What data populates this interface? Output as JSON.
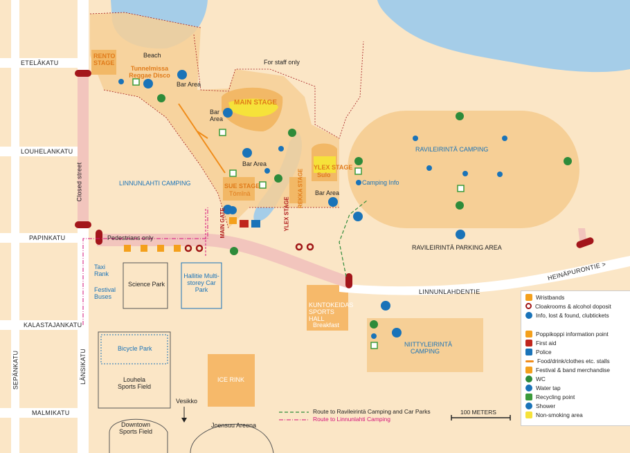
{
  "streets": {
    "etelakatu": "ETELÄKATU",
    "louhelankatu": "LOUHELANKATU",
    "papinkatu": "PAPINKATU",
    "kalastajankatu": "KALASTAJANKATU",
    "malmikatu": "MALMIKATU",
    "sepankatu": "SEPÄNKATU",
    "lansikatu": "LÄNSIKATU",
    "closed_street": "Closed street",
    "linnunlahdentie": "LINNUNLAHDENTIE",
    "heinapuurontie": "HEINÄPURONTIE >"
  },
  "places": {
    "beach": "Beach",
    "rento_stage": "RENTO STAGE",
    "tunnelmissa": "Tunnelmissa Reggae Disco",
    "bar_area_1": "Bar Area",
    "bar_area_2": "Bar Area",
    "bar_area_3": "Bar Area",
    "bar_area_4": "Bar Area",
    "for_staff": "For staff only",
    "main_stage": "MAIN STAGE",
    "linnunlahti_camping": "LINNUNLAHTI CAMPING",
    "sue_stage": "SUE STAGE",
    "tomina": "Tömînä",
    "ylex_stage_top": "YLEX STAGE",
    "sulo": "Sulo",
    "reeka_stage": "REKKA STAGE",
    "ylex_stage_vertical": "YLEX STAGE",
    "main_gate": "MAIN GATE",
    "camping_info": "Camping Info",
    "ravileirinta_camping": "RAVILEIRINTÄ CAMPING",
    "ravileirinta_parking": "RAVILEIRINTÄ PARKING AREA",
    "pedestrians_only": "Pedestrians only",
    "taxi_rank": "Taxi Rank",
    "festival_buses": "Festival Buses",
    "science_park": "Science Park",
    "hallitie": "Hallitie Multi-storey Car Park",
    "kuntokeidas": "KUNTOKEIDAS SPORTS HALL",
    "breakfast": "Breakfast",
    "niittyleirinta": "NIITTYLEIRINTÄ CAMPING",
    "bicycle_park": "Bicycle Park",
    "louhela": "Louhela Sports Field",
    "ice_rink": "ICE RINK",
    "vesikko": "Vesikko",
    "downtown": "Downtown Sports Field",
    "joensuu_areena": "Joensuu Areena"
  },
  "route_legend": {
    "green": "Route to Ravileirintä Camping and Car Parks",
    "pink": "Route to Linnunlahti Camping"
  },
  "scale": "100 METERS",
  "legend": [
    {
      "label": "Wristbands",
      "color": "#f4a01c",
      "icon": "square"
    },
    {
      "label": "Cloakrooms & alcohol doposit",
      "color": "#a01616",
      "icon": "ring"
    },
    {
      "label": "Info, lost & found, clubtickets",
      "color": "#1a73b8",
      "icon": "info"
    },
    {
      "label": "Poppikoppi information point",
      "color": "#f4a01c",
      "icon": "square"
    },
    {
      "label": "First aid",
      "color": "#c0261d",
      "icon": "ea"
    },
    {
      "label": "Police",
      "color": "#1a73b8",
      "icon": "star"
    },
    {
      "label": "Food/drink/clothes etc. stalls",
      "color": "#f08c1a",
      "icon": "line"
    },
    {
      "label": "Festival & band merchandise",
      "color": "#f4a01c",
      "icon": "star"
    },
    {
      "label": "WC",
      "color": "#2e8b3a",
      "icon": "wc"
    },
    {
      "label": "Water tap",
      "color": "#1a73b8",
      "icon": "drop"
    },
    {
      "label": "Recycling point",
      "color": "#3a9a3a",
      "icon": "recycle"
    },
    {
      "label": "Shower",
      "color": "#1a73b8",
      "icon": "shower"
    },
    {
      "label": "Non-smoking area",
      "color": "#f6e23a",
      "icon": "square"
    }
  ],
  "colors": {
    "lake": "#a5cde8",
    "area": "#f6cf96",
    "ground": "#fbe6c6",
    "road": "#ffffff",
    "gate": "#a3161b",
    "walkway": "#f2c5bd"
  }
}
